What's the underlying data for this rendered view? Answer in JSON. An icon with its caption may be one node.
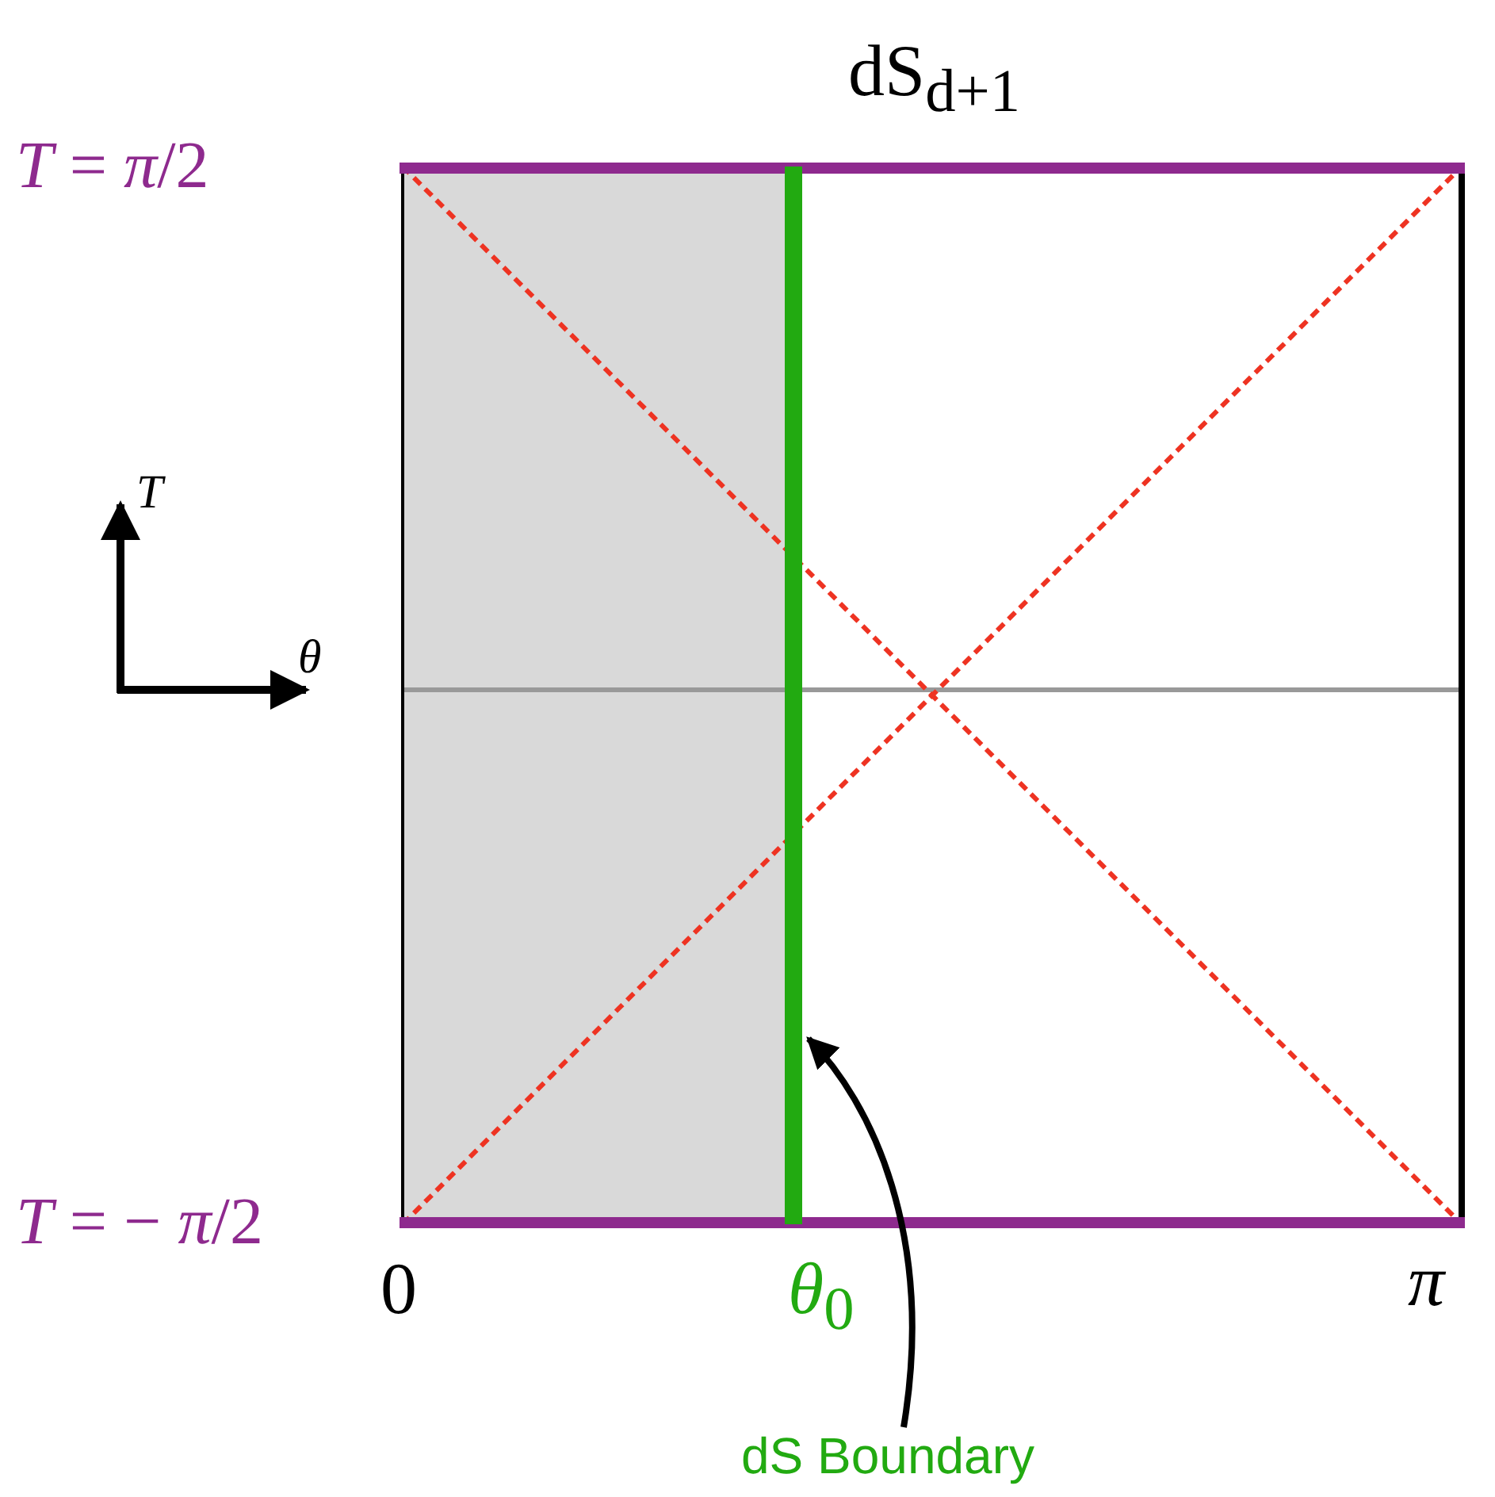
{
  "diagram": {
    "title": "dS$_{d+1}$",
    "nodes": [
      {
        "text": [
          "dS Boundary"
        ]
      },
      {
        "text": [],
        "shape": "bar"
      }
    ],
    "edges": [
      {
        "from": 0,
        "to": 1,
        "arrow": "to"
      }
    ],
    "labels": [
      "*T* = *π*/2",
      "*T* = − *π*/2",
      "*T*",
      "*θ*",
      "0",
      "*θ*$_{0}$",
      "*π*"
    ]
  }
}
